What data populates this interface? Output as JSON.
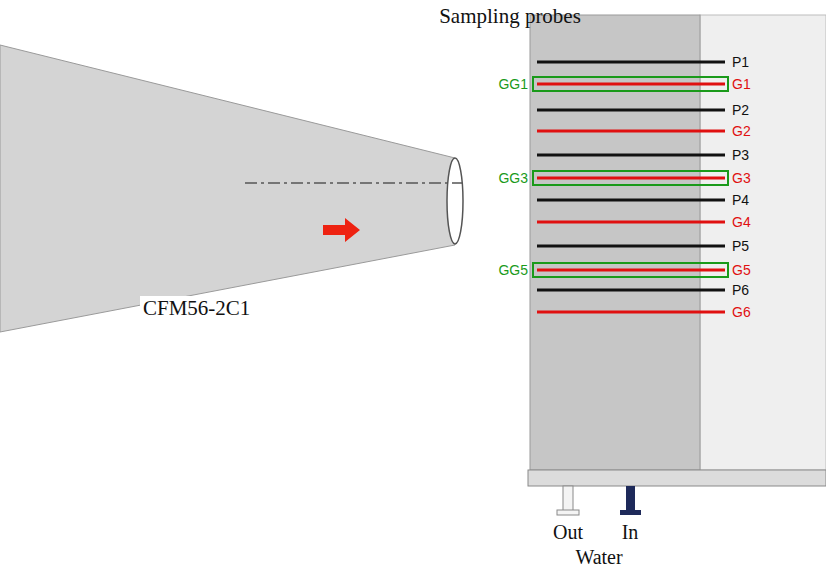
{
  "diagram": {
    "title": "Sampling probes",
    "labels": [
      "CFM56-2C1",
      "P1",
      "GG1",
      "G1",
      "P2",
      "G2",
      "P3",
      "GG3",
      "G3",
      "P4",
      "G4",
      "P5",
      "GG5",
      "G5",
      "P6",
      "G6",
      "Out",
      "In",
      "Water"
    ]
  }
}
